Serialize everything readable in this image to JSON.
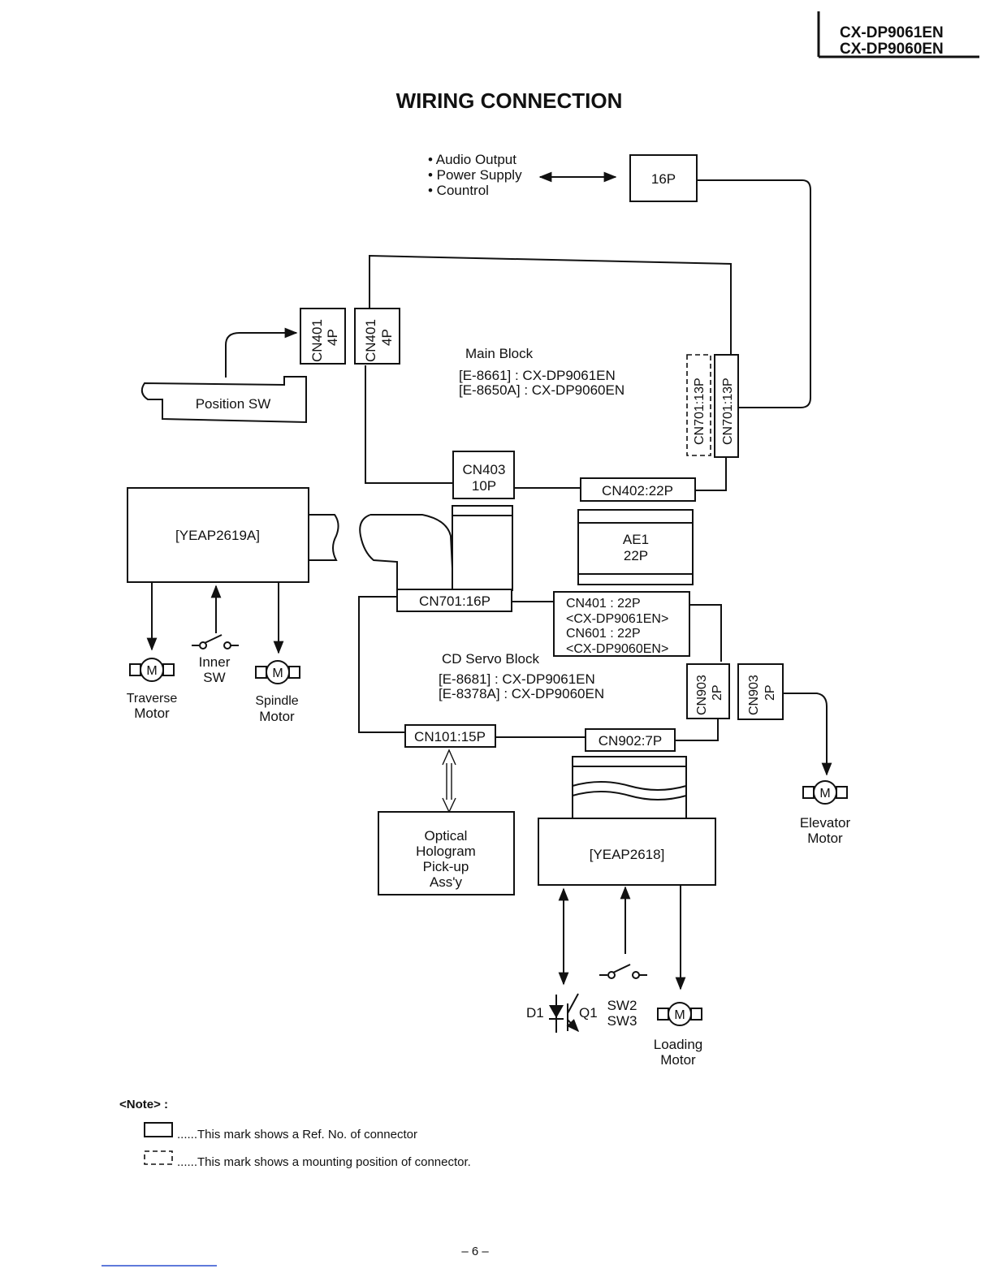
{
  "header": {
    "model_1": "CX-DP9061EN",
    "model_2": "CX-DP9060EN"
  },
  "title": "WIRING CONNECTION",
  "io": {
    "line_1": "• Audio Output",
    "line_2": "• Power Supply",
    "line_3": "• Countrol",
    "connector": "16P"
  },
  "main_block": {
    "title": "Main Block",
    "line_1": "[E-8661] : CX-DP9061EN",
    "line_2": "[E-8650A] : CX-DP9060EN"
  },
  "connectors": {
    "cn401_a": "CN401",
    "cn401_a_p": "4P",
    "cn401_b": "CN401",
    "cn401_b_p": "4P",
    "cn701_13p_mount": "CN701:13P",
    "cn701_13p": "CN701:13P",
    "cn403": "CN403",
    "cn403_p": "10P",
    "cn402": "CN402:22P",
    "ae1": "AE1",
    "ae1_p": "22P",
    "cn701_16p": "CN701:16P",
    "cn401_22p_1": "CN401 : 22P",
    "cn401_22p_2": "<CX-DP9061EN>",
    "cn401_22p_3": "CN601 : 22P",
    "cn401_22p_4": "<CX-DP9060EN>",
    "cn903_mount": "CN903",
    "cn903_mount_p": "2P",
    "cn903": "CN903",
    "cn903_p": "2P",
    "cn101": "CN101:15P",
    "cn902": "CN902:7P"
  },
  "position_sw": "Position SW",
  "yeap2619a": "[YEAP2619A]",
  "yeap2618": "[YEAP2618]",
  "cd_servo": {
    "title": "CD Servo Block",
    "line_1": "[E-8681] : CX-DP9061EN",
    "line_2": "[E-8378A] : CX-DP9060EN"
  },
  "optical": {
    "line_1": "Optical",
    "line_2": "Hologram",
    "line_3": "Pick-up",
    "line_4": "Ass'y"
  },
  "motors": {
    "m": "M",
    "traverse_1": "Traverse",
    "traverse_2": "Motor",
    "spindle_1": "Spindle",
    "spindle_2": "Motor",
    "elevator_1": "Elevator",
    "elevator_2": "Motor",
    "loading_1": "Loading",
    "loading_2": "Motor"
  },
  "switches": {
    "inner_1": "Inner",
    "inner_2": "SW",
    "sw2": "SW2",
    "sw3": "SW3",
    "d1": "D1",
    "q1": "Q1"
  },
  "note": {
    "label": "<Note> :",
    "line_1": "......This mark shows a Ref. No. of connector",
    "line_2": "......This mark shows a mounting position of connector."
  },
  "page_number": "– 6 –"
}
